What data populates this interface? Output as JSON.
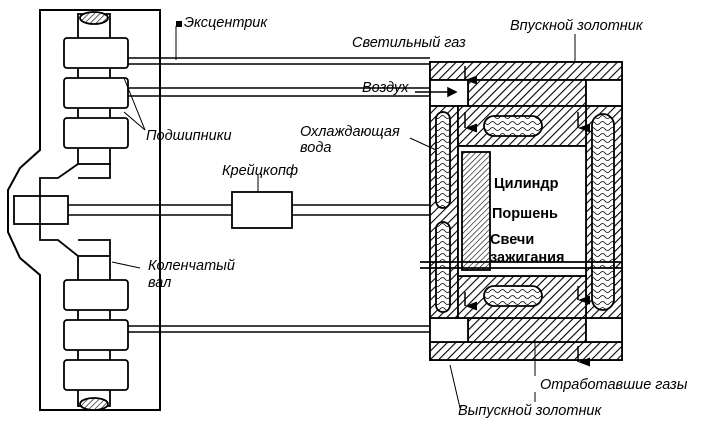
{
  "labels": {
    "eccentric": "Эксцентрик",
    "lighting_gas": "Светильный газ",
    "intake_valve": "Впускной золотник",
    "air": "Воздух",
    "bearings": "Подшипники",
    "cooling_water_1": "Охлаждающая",
    "cooling_water_2": "вода",
    "crosshead": "Крейцкопф",
    "cylinder": "Цилиндр",
    "piston": "Поршень",
    "spark_plugs_1": "Свечи",
    "spark_plugs_2": "зажигания",
    "crankshaft_1": "Коленчатый",
    "crankshaft_2": "вал",
    "exhaust_gases": "Отработавшие газы",
    "exhaust_valve": "Выпускной золотник"
  }
}
